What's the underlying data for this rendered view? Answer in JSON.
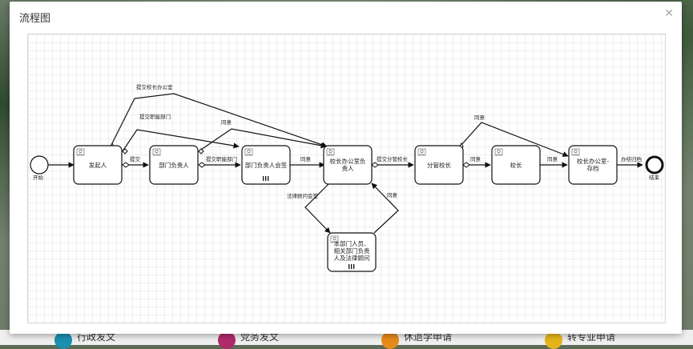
{
  "modal": {
    "title": "流程图",
    "close_icon": "close-icon"
  },
  "background_items": [
    {
      "label": "行政发文",
      "color": "#1a8fb0"
    },
    {
      "label": "党务发文",
      "color": "#b02a6a"
    },
    {
      "label": "休退学申请",
      "color": "#e58a1b"
    },
    {
      "label": "转专业申请",
      "color": "#e5b61b"
    }
  ],
  "diagram": {
    "start_label": "开始",
    "end_label": "结束",
    "tasks": {
      "initiator": "发起人",
      "dept_head": "部门负责人",
      "dept_head_sign": "部门负责人会签",
      "office_head": [
        "校长办公室负",
        "责人"
      ],
      "vice_president": "分管校长",
      "president": "校长",
      "office_archive": [
        "校长办公室-",
        "存档"
      ],
      "legal_sign": [
        "本部门人员、",
        "相关部门负责",
        "人及法律顾问"
      ]
    },
    "edge_labels": {
      "submit": "提交",
      "submit_office": "提交校长办公室",
      "submit_function": "提交职能部门",
      "submit_function_2": "提交职能部门",
      "agree_top": "同意",
      "agree_1": "同意",
      "submit_vp": "提交分管校长",
      "agree_2": "同意",
      "agree_3": "同意",
      "agree_vp_top": "同意",
      "done_archive": "办结归档",
      "legal_review": "法律顾问会签",
      "agree_back": "同意"
    }
  }
}
